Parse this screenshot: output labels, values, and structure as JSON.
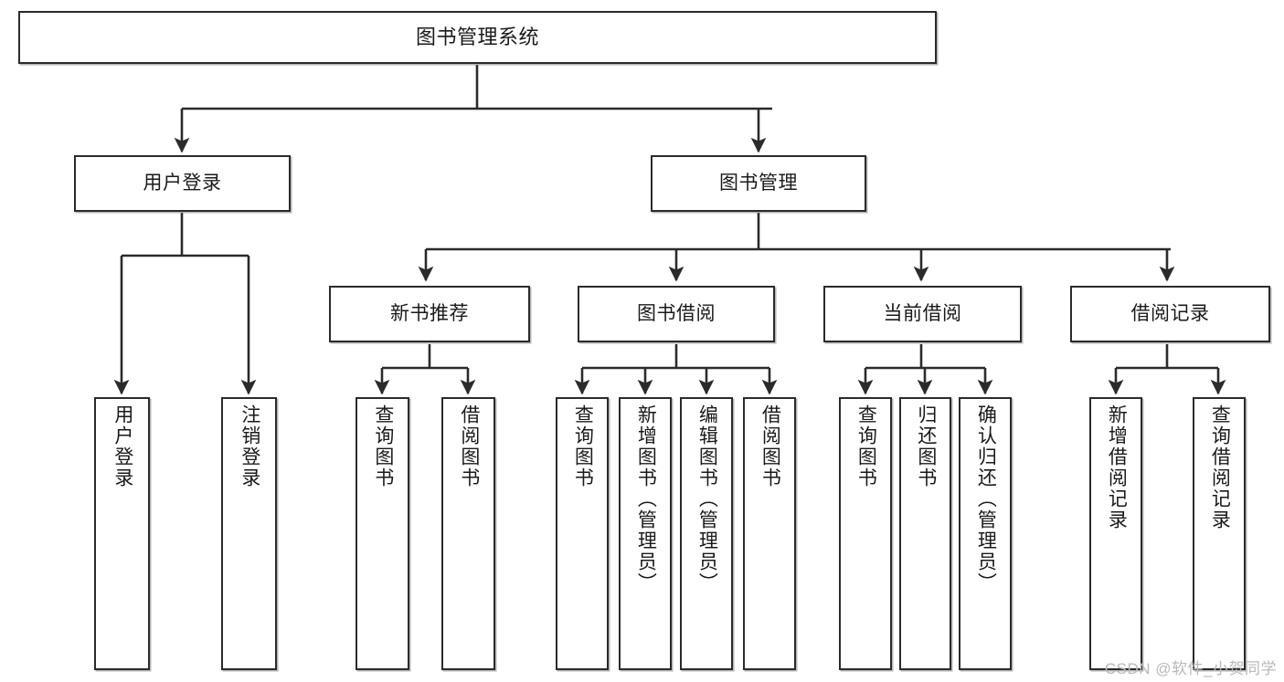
{
  "diagram": {
    "title": "图书管理系统",
    "type": "functional-structure-tree",
    "stroke_color": "#2b2b2b",
    "fill_color": "#ffffff",
    "text_color": "#1a1a1a",
    "watermark": "CSDN @软件_小贺同学"
  },
  "nodes": {
    "root": {
      "label": "图书管理系统"
    },
    "level1": [
      {
        "id": "user-login",
        "label": "用户登录"
      },
      {
        "id": "book-management",
        "label": "图书管理"
      }
    ],
    "level2": [
      {
        "id": "new-book-recommend",
        "label": "新书推荐"
      },
      {
        "id": "book-borrow",
        "label": "图书借阅"
      },
      {
        "id": "current-borrow",
        "label": "当前借阅"
      },
      {
        "id": "borrow-record",
        "label": "借阅记录"
      }
    ],
    "leaves": {
      "user_login": [
        {
          "id": "user-login-leaf",
          "label": "用户登录"
        },
        {
          "id": "logout-leaf",
          "label": "注销登录"
        }
      ],
      "new_book_recommend": [
        {
          "id": "query-book-1",
          "label": "查询图书"
        },
        {
          "id": "borrow-book-1",
          "label": "借阅图书"
        }
      ],
      "book_borrow": [
        {
          "id": "query-book-2",
          "label": "查询图书"
        },
        {
          "id": "add-book",
          "label": "新增图书（管理员）"
        },
        {
          "id": "edit-book",
          "label": "编辑图书（管理员）"
        },
        {
          "id": "borrow-book-2",
          "label": "借阅图书"
        }
      ],
      "current_borrow": [
        {
          "id": "query-book-3",
          "label": "查询图书"
        },
        {
          "id": "return-book",
          "label": "归还图书"
        },
        {
          "id": "confirm-return",
          "label": "确认归还（管理员）"
        }
      ],
      "borrow_record": [
        {
          "id": "add-borrow-record",
          "label": "新增借阅记录"
        },
        {
          "id": "query-borrow-record",
          "label": "查询借阅记录"
        }
      ]
    }
  }
}
